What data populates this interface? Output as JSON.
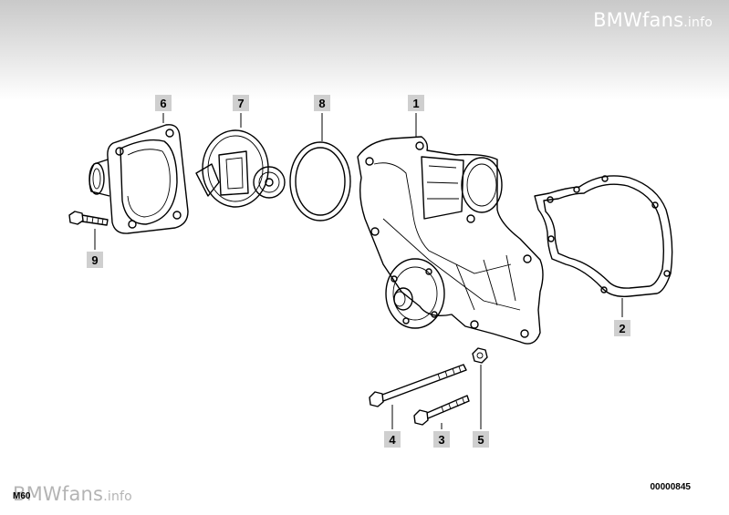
{
  "watermark": {
    "brand": "BMWfans",
    "suffix": ".info"
  },
  "footer": {
    "model_code": "M60",
    "diagram_id": "00000845"
  },
  "callouts": [
    "1",
    "2",
    "3",
    "4",
    "5",
    "6",
    "7",
    "8",
    "9"
  ]
}
